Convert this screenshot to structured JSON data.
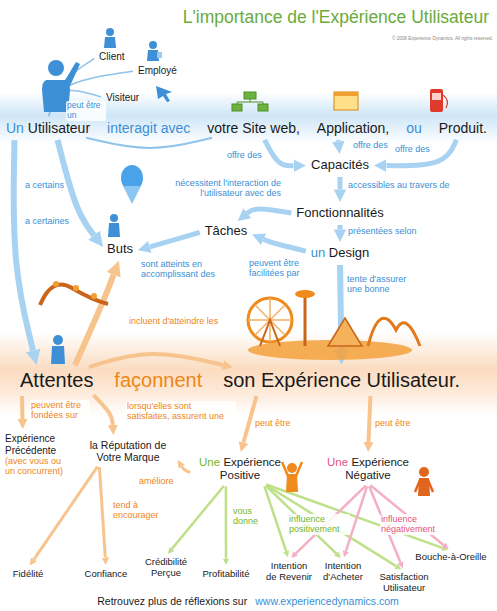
{
  "diagram": {
    "title": "L'importance de l'Expérience Utilisateur",
    "nodes": [
      {
        "text": [
          "Client"
        ]
      },
      {
        "text": [
          "Employé"
        ]
      },
      {
        "text": [
          "Visiteur"
        ]
      },
      {
        "text": [
          "Un",
          "Utilisateur"
        ]
      },
      {
        "text": [
          "votre Site web,"
        ]
      },
      {
        "text": [
          "Application,"
        ]
      },
      {
        "text": [
          "Produit."
        ]
      },
      {
        "text": [
          "Capacités"
        ]
      },
      {
        "text": [
          "Fonctionnalités"
        ]
      },
      {
        "text": [
          "un",
          "Design"
        ]
      },
      {
        "text": [
          "Tâches"
        ]
      },
      {
        "text": [
          "Buts"
        ]
      },
      {
        "text": [
          "Attentes"
        ]
      },
      {
        "text": [
          "son Expérience Utilisateur."
        ]
      },
      {
        "text": [
          "Expérience Précédente",
          "(avec vous ou un concurrent)"
        ]
      },
      {
        "text": [
          "la Réputation de Votre Marque"
        ]
      },
      {
        "text": [
          "Une",
          "Expérience Positive"
        ]
      },
      {
        "text": [
          "Une",
          "Expérience Négative"
        ]
      },
      {
        "text": [
          "Fidélité"
        ]
      },
      {
        "text": [
          "Confiance"
        ]
      },
      {
        "text": [
          "Crédibilité Perçue"
        ]
      },
      {
        "text": [
          "Profitabilité"
        ]
      },
      {
        "text": [
          "Intention de Revenir"
        ]
      },
      {
        "text": [
          "Intention d'Acheter"
        ]
      },
      {
        "text": [
          "Satisfaction Utilisateur"
        ]
      },
      {
        "text": [
          "Bouche-à-Oreille"
        ]
      }
    ],
    "edges": [
      {
        "from": 3,
        "to": 0,
        "arrow": "none"
      },
      {
        "from": 3,
        "to": 1,
        "arrow": "none"
      },
      {
        "from": 3,
        "to": 2,
        "label": "peut être un",
        "arrow": "none"
      },
      {
        "from": 3,
        "to": 4,
        "label": "interagit avec",
        "arrow": "none"
      },
      {
        "from": 4,
        "to": 7,
        "label": "offre des",
        "arrow": "to"
      },
      {
        "from": 5,
        "to": 7,
        "label": "offre des",
        "arrow": "to"
      },
      {
        "from": 6,
        "to": 7,
        "label": "offre des",
        "arrow": "to"
      },
      {
        "from": 7,
        "to": 8,
        "label": "accessibles au travers de",
        "arrow": "to"
      },
      {
        "from": 8,
        "to": 10,
        "label": "nécessitent l'interaction de l'utilisateur avec des",
        "arrow": "to"
      },
      {
        "from": 8,
        "to": 9,
        "label": "présentées selon",
        "arrow": "to"
      },
      {
        "from": 9,
        "to": 10,
        "label": "peuvent être facilitées par",
        "arrow": "to"
      },
      {
        "from": 10,
        "to": 11,
        "label": "sont atteints en accomplissant des",
        "arrow": "to"
      },
      {
        "from": 3,
        "to": 11,
        "label": "a certains",
        "arrow": "to"
      },
      {
        "from": 3,
        "to": 12,
        "label": "a certaines",
        "arrow": "to"
      },
      {
        "from": 12,
        "to": 11,
        "label": "incluent d'atteindre les",
        "arrow": "to"
      },
      {
        "from": 9,
        "to": 13,
        "label": "tente d'assurer une bonne",
        "arrow": "to"
      },
      {
        "from": 12,
        "to": 13,
        "label": "façonnent",
        "arrow": "to"
      },
      {
        "from": 12,
        "to": 14,
        "label": "peuvent être fondées sur",
        "arrow": "to"
      },
      {
        "from": 12,
        "to": 15,
        "label": "lorsqu'elles sont satisfaites, assurent une",
        "arrow": "to"
      },
      {
        "from": 13,
        "to": 16,
        "label": "peut être",
        "arrow": "to"
      },
      {
        "from": 13,
        "to": 17,
        "label": "peut être",
        "arrow": "to"
      },
      {
        "from": 16,
        "to": 15,
        "label": "améliore",
        "arrow": "to"
      },
      {
        "from": 15,
        "to": 18,
        "label": "tend à encourager",
        "arrow": "to"
      },
      {
        "from": 15,
        "to": 19,
        "arrow": "to"
      },
      {
        "from": 16,
        "to": 20,
        "label": "vous donne",
        "arrow": "to"
      },
      {
        "from": 16,
        "to": 21,
        "arrow": "to"
      },
      {
        "from": 16,
        "to": 22,
        "label": "influence positivement",
        "arrow": "to"
      },
      {
        "from": 16,
        "to": 23,
        "arrow": "to"
      },
      {
        "from": 16,
        "to": 24,
        "arrow": "to"
      },
      {
        "from": 16,
        "to": 25,
        "arrow": "to"
      },
      {
        "from": 17,
        "to": 22,
        "label": "influence négativement",
        "arrow": "to"
      },
      {
        "from": 17,
        "to": 23,
        "arrow": "to"
      },
      {
        "from": 17,
        "to": 24,
        "arrow": "to"
      },
      {
        "from": 17,
        "to": 25,
        "arrow": "to"
      }
    ],
    "labels": [
      "© 2008 Experience Dynamics. All rights reserved.",
      "ou",
      "Retrouvez plus de réflexions sur",
      "www.experiencedynamics.com"
    ]
  }
}
